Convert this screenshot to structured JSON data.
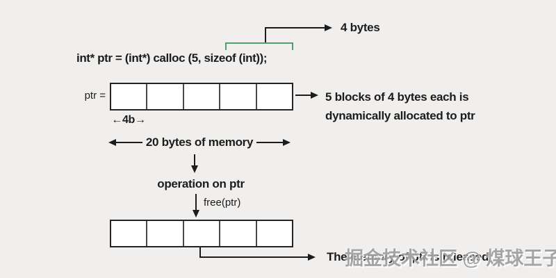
{
  "colors": {
    "background": "#f0efee",
    "ink": "#1c1c1c",
    "green_bracket": "#4f9f6c",
    "watermark_gray": "#9f9f9f",
    "cell_fill": "#ffffff"
  },
  "code": {
    "statement": "int* ptr = (int*) calloc (5, sizeof (int));",
    "size_callout": "4 bytes"
  },
  "allocation": {
    "pointer_label": "ptr =",
    "cell_count": 5,
    "block_size_label": "←4b→",
    "annotation_line1": "5 blocks of 4 bytes each is",
    "annotation_line2": "dynamically allocated to ptr",
    "total_span_label": "20 bytes of memory"
  },
  "flow": {
    "operation_label": "operation on ptr",
    "free_call_label": "free(ptr)"
  },
  "release": {
    "annotation": "The memory of ptr is released"
  },
  "watermark": "掘金技术社区 @ 煤球王子"
}
